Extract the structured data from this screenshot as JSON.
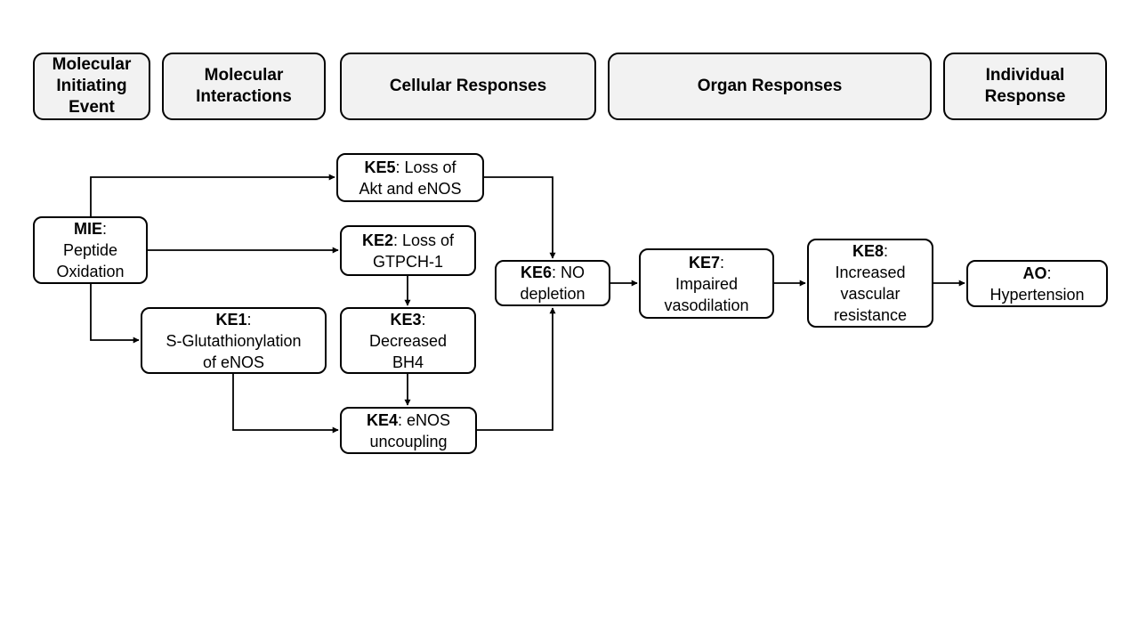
{
  "headers": [
    {
      "id": "h-mie",
      "text": "Molecular\nInitiating\nEvent"
    },
    {
      "id": "h-mol",
      "text": "Molecular\nInteractions"
    },
    {
      "id": "h-cell",
      "text": "Cellular Responses"
    },
    {
      "id": "h-organ",
      "text": "Organ Responses"
    },
    {
      "id": "h-ind",
      "text": "Individual\nResponse"
    }
  ],
  "nodes": {
    "mie": {
      "label": "MIE",
      "text": "Peptide\nOxidation"
    },
    "ke1": {
      "label": "KE1",
      "text": "S-Glutathionylation\nof eNOS"
    },
    "ke2": {
      "label": "KE2",
      "text": "Loss of\nGTPCH-1"
    },
    "ke3": {
      "label": "KE3",
      "text": "Decreased\nBH4"
    },
    "ke4": {
      "label": "KE4",
      "text": "eNOS\nuncoupling"
    },
    "ke5": {
      "label": "KE5",
      "text": "Loss of\nAkt and eNOS"
    },
    "ke6": {
      "label": "KE6",
      "text": "NO\ndepletion"
    },
    "ke7": {
      "label": "KE7",
      "text": "Impaired\nvasodilation"
    },
    "ke8": {
      "label": "KE8",
      "text": "Increased\nvascular\nresistance"
    },
    "ao": {
      "label": "AO",
      "text": "Hypertension"
    }
  },
  "colors": {
    "header_fill": "#f2f2f2",
    "node_fill": "#ffffff",
    "line": "#000000"
  }
}
